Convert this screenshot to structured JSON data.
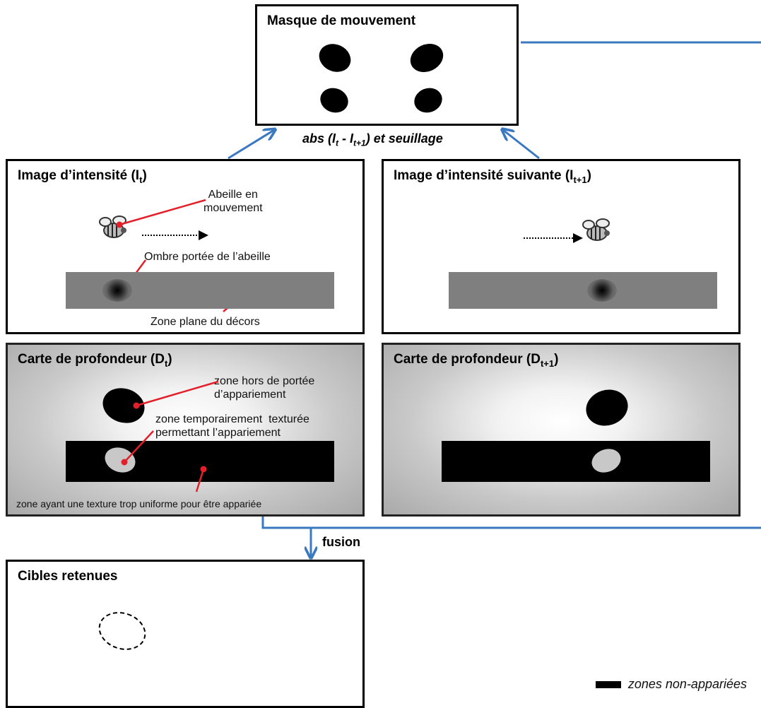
{
  "panels": {
    "mask": {
      "title": "Masque de mouvement"
    },
    "intensity_t": {
      "title_main": "Image d’intensité (I",
      "title_sub": "t",
      "title_end": ")"
    },
    "intensity_t1": {
      "title_main": "Image d’intensité suivante (I",
      "title_sub": "t+1",
      "title_end": ")"
    },
    "depth_t": {
      "title_main": "Carte de profondeur (D",
      "title_sub": "t",
      "title_end": ")"
    },
    "depth_t1": {
      "title_main": "Carte de profondeur (D",
      "title_sub": "t+1",
      "title_end": ")"
    },
    "targets": {
      "title": "Cibles retenues"
    }
  },
  "annotations": {
    "moving_bee": "Abeille en\nmouvement",
    "bee_shadow": "Ombre portée de l’abeille",
    "flat_zone": "Zone plane du décors",
    "out_of_range": "zone hors de portée\nd’appariement",
    "temp_textured": "zone temporairement  texturée\npermettant l’appariement",
    "uniform_texture": "zone ayant une texture trop uniforme pour être appariée"
  },
  "captions": {
    "abs_pre": "abs (I",
    "abs_sub1": "t",
    "abs_mid": " - I",
    "abs_sub2": "t+1",
    "abs_post": ") et seuillage",
    "fusion": "fusion"
  },
  "legend": {
    "label": "zones non-appariées"
  },
  "colors": {
    "arrow": "#3a78c2",
    "marker": "#e3202a",
    "border": "#000000"
  },
  "icons": [
    "bee-icon",
    "dotted-arrow-icon",
    "marker-dot-icon"
  ]
}
